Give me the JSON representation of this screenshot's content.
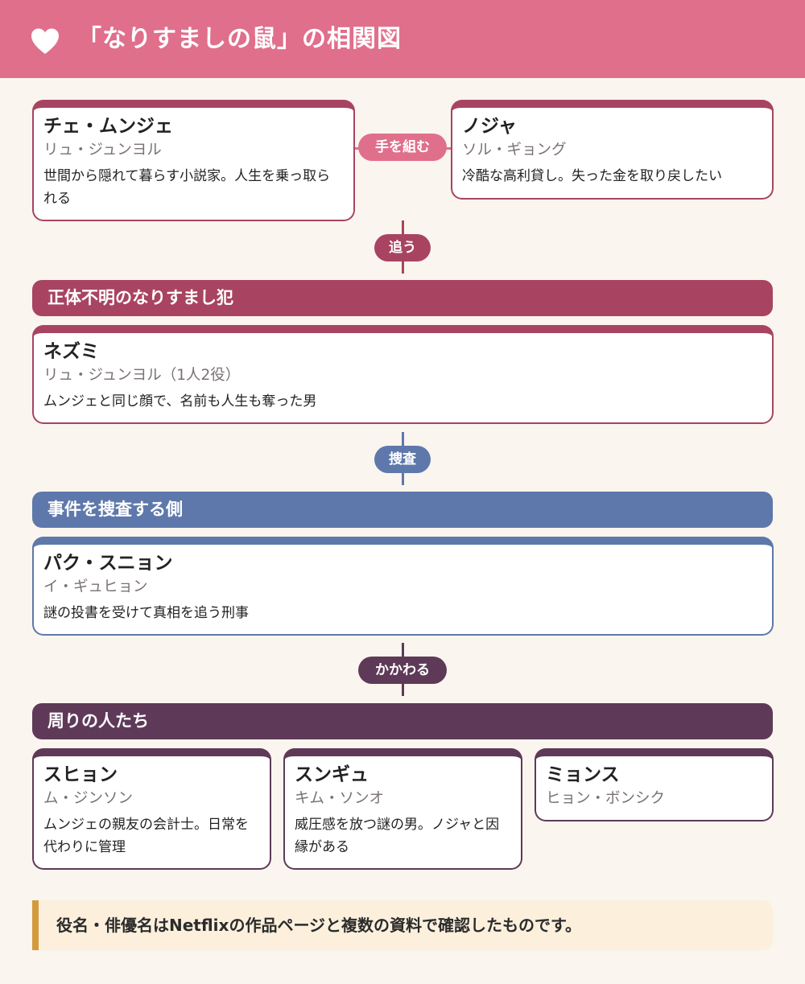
{
  "header": {
    "title": "「なりすましの鼠」の相関図"
  },
  "top": {
    "left_card": {
      "role": "チェ・ムンジェ",
      "actor": "リュ・ジュンヨル",
      "desc": "世間から隠れて暮らす小説家。人生を乗っ取られる"
    },
    "link_label": "手を組む",
    "right_card": {
      "role": "ノジャ",
      "actor": "ソル・ギョング",
      "desc": "冷酷な高利貸し。失った金を取り戻したい"
    }
  },
  "connector1": {
    "label": "追う"
  },
  "group1": {
    "title": "正体不明のなりすまし犯",
    "card": {
      "role": "ネズミ",
      "actor": "リュ・ジュンヨル（1人2役）",
      "desc": "ムンジェと同じ顔で、名前も人生も奪った男"
    }
  },
  "connector2": {
    "label": "捜査"
  },
  "group2": {
    "title": "事件を捜査する側",
    "card": {
      "role": "パク・スニョン",
      "actor": "イ・ギュヒョン",
      "desc": "謎の投書を受けて真相を追う刑事"
    }
  },
  "connector3": {
    "label": "かかわる"
  },
  "group3": {
    "title": "周りの人たち",
    "cards": [
      {
        "role": "スヒョン",
        "actor": "ム・ジンソン",
        "desc": "ムンジェの親友の会計士。日常を代わりに管理"
      },
      {
        "role": "スンギュ",
        "actor": "キム・ソンオ",
        "desc": "威圧感を放つ謎の男。ノジャと因縁がある"
      },
      {
        "role": "ミョンス",
        "actor": "ヒョン・ボンシク",
        "desc": ""
      }
    ]
  },
  "note": {
    "text": "役名・俳優名はNetflixの作品ページと複数の資料で確認したものです。"
  },
  "colors": {
    "header": "#e06f8c",
    "red": "#a84462",
    "pink_pill": "#e06f8c",
    "blue": "#5e78ab",
    "plum": "#5e3a58",
    "note_accent": "#d39b3e",
    "background": "#faf5ee"
  }
}
